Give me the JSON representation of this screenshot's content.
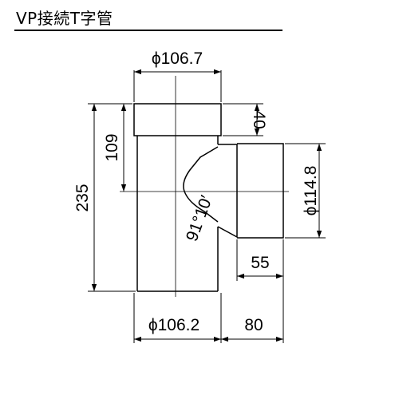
{
  "title": "VP接続T字管",
  "dimensions": {
    "top_diameter": "ϕ106.7",
    "top_socket_depth": "40",
    "top_to_branch_center": "109",
    "total_length": "235",
    "branch_diameter": "ϕ114.8",
    "branch_angle": "91°10′",
    "branch_socket_depth": "55",
    "bottom_diameter": "ϕ106.2",
    "branch_length": "80"
  }
}
